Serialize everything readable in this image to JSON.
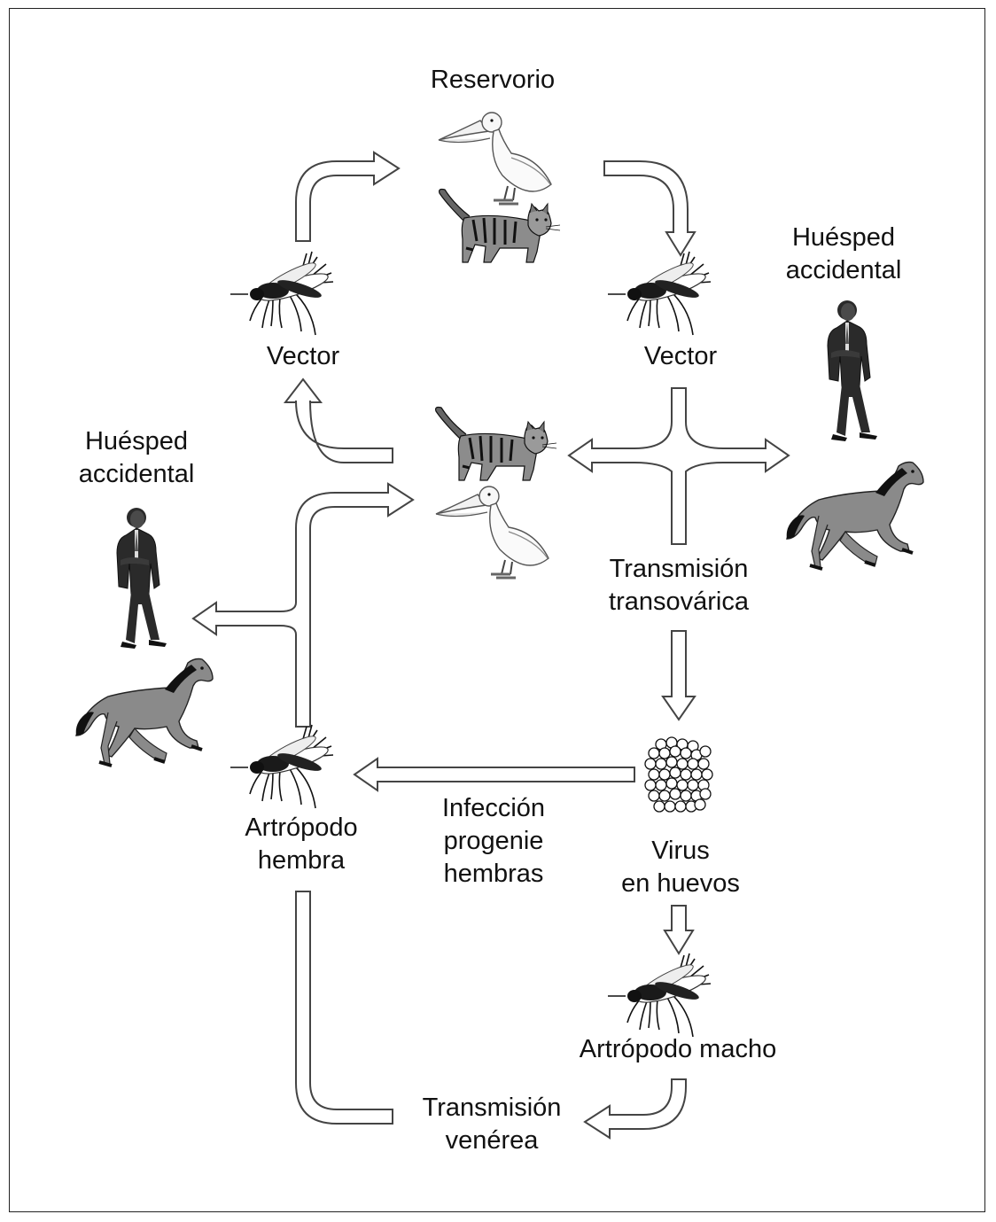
{
  "labels": {
    "reservoir": "Reservorio",
    "vector_left": "Vector",
    "vector_right": "Vector",
    "accidental_host_right": [
      "Huésped",
      "accidental"
    ],
    "accidental_host_left": [
      "Huésped",
      "accidental"
    ],
    "transovarial": [
      "Transmisión",
      "transovárica"
    ],
    "female_arthropod": [
      "Artrópodo",
      "hembra"
    ],
    "progeny_infection": [
      "Infección",
      "progenie",
      "hembras"
    ],
    "virus_eggs": [
      "Virus",
      "en huevos"
    ],
    "male_arthropod": "Artrópodo macho",
    "venereal": [
      "Transmisión",
      "venérea"
    ]
  },
  "colors": {
    "arrow_stroke": "#444444",
    "arrow_fill": "#ffffff",
    "horse": "#8a8a8a",
    "suit": "#2a2a2a",
    "frame": "#222222"
  },
  "icons": [
    "pelican-icon",
    "cat-icon",
    "mosquito-icon",
    "man-icon",
    "horse-icon",
    "eggs-icon"
  ]
}
